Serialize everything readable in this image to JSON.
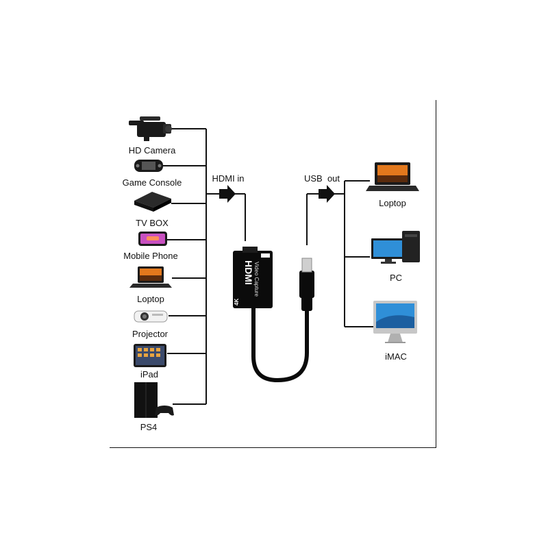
{
  "input_label": "HDMI in",
  "output_label": "USB  out",
  "device": {
    "brand": "HDMI",
    "caption": "Video Capture",
    "badge": "4K",
    "tag": "HDMI"
  },
  "inputs": [
    {
      "label": "HD Camera",
      "icon": "camcorder-icon"
    },
    {
      "label": "Game Console",
      "icon": "handheld-console-icon"
    },
    {
      "label": "TV BOX",
      "icon": "tv-box-icon"
    },
    {
      "label": "Mobile Phone",
      "icon": "mobile-phone-icon"
    },
    {
      "label": "Loptop",
      "icon": "laptop-icon"
    },
    {
      "label": "Projector",
      "icon": "projector-icon"
    },
    {
      "label": "iPad",
      "icon": "tablet-icon"
    },
    {
      "label": "PS4",
      "icon": "game-console-icon"
    }
  ],
  "outputs": [
    {
      "label": "Loptop",
      "icon": "laptop-icon"
    },
    {
      "label": "PC",
      "icon": "desktop-pc-icon"
    },
    {
      "label": "iMAC",
      "icon": "imac-icon"
    }
  ],
  "colors": {
    "line": "#111111",
    "device_body": "#0b0b0b",
    "screen_sunset": "#e2781d",
    "screen_blue": "#2f8fd8",
    "phone_screen": "#c850c0"
  }
}
